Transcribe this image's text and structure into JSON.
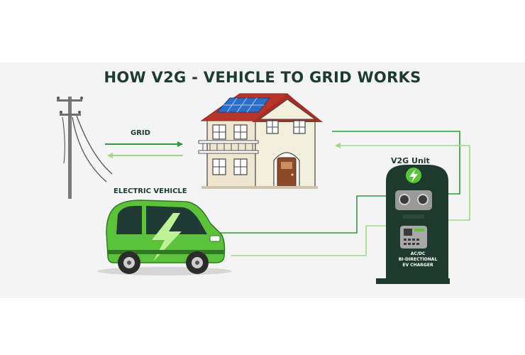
{
  "title": "HOW V2G - VEHICLE TO GRID WORKS",
  "labels": {
    "grid": "GRID",
    "electric_vehicle": "ELECTRIC VEHICLE",
    "v2g_unit": "V2G Unit",
    "charger_line1": "AC/DC",
    "charger_line2": "BI-DIRECTIONAL",
    "charger_line3": "EV CHARGER"
  },
  "icons": {
    "pole": "utility-pole-icon",
    "house": "solar-house-icon",
    "car": "electric-car-icon",
    "charger": "v2g-charger-icon",
    "bolt": "lightning-bolt-icon"
  },
  "colors": {
    "title": "#1e3b2f",
    "dark_green": "#2f9a3e",
    "light_green": "#9fd88c",
    "charger_body": "#1e3a2e",
    "car_body": "#5cc23a",
    "roof": "#b9352c",
    "wall": "#efe6cf"
  }
}
